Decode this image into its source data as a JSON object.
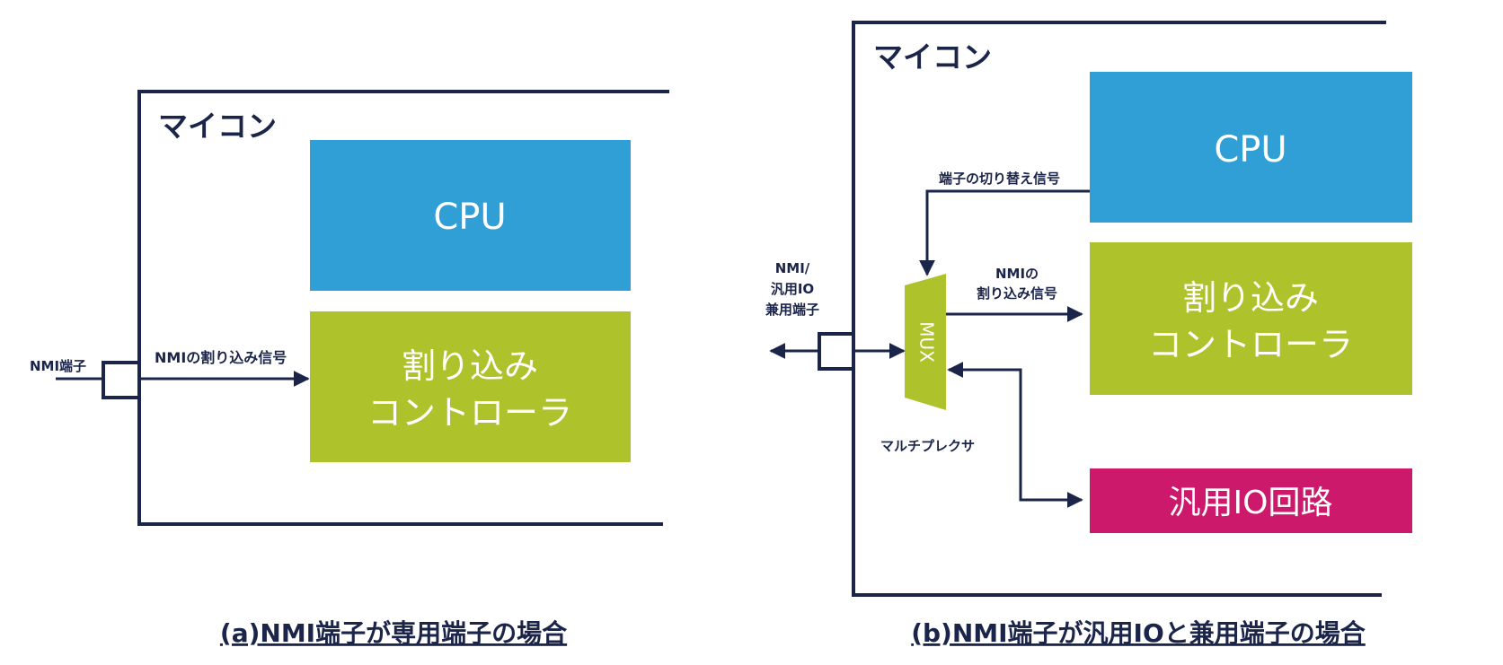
{
  "colors": {
    "navy": "#1b2449",
    "cpu_blue": "#2f9fd6",
    "intc_green": "#aec32b",
    "gpio_magenta": "#cc196b",
    "white": "#ffffff"
  },
  "diagram_a": {
    "mcu_label": "マイコン",
    "cpu_label": "CPU",
    "intc_label_line1": "割り込み",
    "intc_label_line2": "コントローラ",
    "pin_label": "NMI端子",
    "signal_label": "NMIの割り込み信号",
    "caption": "(a)NMI端子が専用端子の場合"
  },
  "diagram_b": {
    "mcu_label": "マイコン",
    "cpu_label": "CPU",
    "intc_label_line1": "割り込み",
    "intc_label_line2": "コントローラ",
    "gpio_label": "汎用IO回路",
    "switch_signal_label": "端子の切り替え信号",
    "nmi_signal_line1": "NMIの",
    "nmi_signal_line2": "割り込み信号",
    "pin_label_line1": "NMI/",
    "pin_label_line2": "汎用IO",
    "pin_label_line3": "兼用端子",
    "mux_label": "MUX",
    "mux_caption": "マルチプレクサ",
    "caption": "(b)NMI端子が汎用IOと兼用端子の場合"
  }
}
